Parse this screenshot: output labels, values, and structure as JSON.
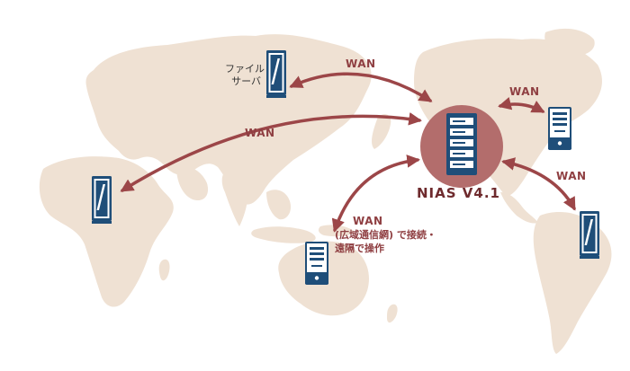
{
  "colors": {
    "land": "#efe1d3",
    "arrow": "#9c4648",
    "hub_circle": "#b36d6c",
    "server_blue": "#1f4e79"
  },
  "hub": {
    "name": "NIAS V4.1",
    "icon": "server-rack-icon"
  },
  "file_server": {
    "label_line1": "ファイル",
    "label_line2": "サーバ",
    "icon": "tower-server-icon"
  },
  "links": [
    {
      "id": "fileserver",
      "label": "WAN"
    },
    {
      "id": "europe",
      "label": "WAN"
    },
    {
      "id": "northamerica",
      "label": "WAN"
    },
    {
      "id": "southamerica",
      "label": "WAN"
    },
    {
      "id": "australia",
      "label": "WAN"
    }
  ],
  "note": {
    "line1": "(広域通信網) で接続・",
    "line2": "遠隔で操作"
  }
}
